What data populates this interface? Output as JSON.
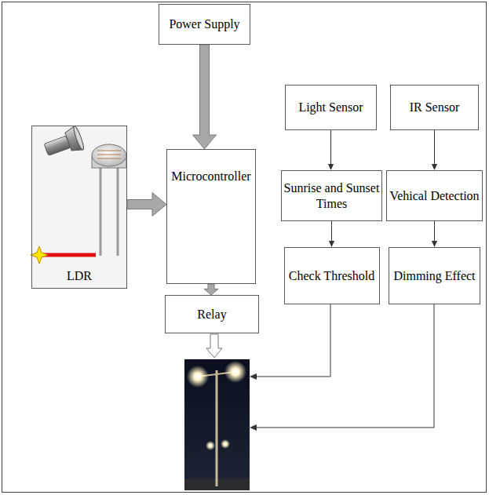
{
  "diagram": {
    "nodes": [
      {
        "text": [
          "Power Supply"
        ]
      },
      {
        "text": [
          "LDR"
        ]
      },
      {
        "text": [
          "Microcontroller"
        ]
      },
      {
        "text": [
          "Light Sensor"
        ]
      },
      {
        "text": [
          "IR Sensor"
        ]
      },
      {
        "text": [
          "Sunrise and Sunset Times"
        ]
      },
      {
        "text": [
          "Vehical Detection"
        ]
      },
      {
        "text": [
          "Check Threshold"
        ]
      },
      {
        "text": [
          "Dimming Effect"
        ]
      },
      {
        "text": [
          "Relay"
        ]
      }
    ],
    "edges": [
      {
        "from": 0,
        "to": 2,
        "arrow": "to"
      },
      {
        "from": 1,
        "to": 2,
        "arrow": "to"
      },
      {
        "from": 2,
        "to": 9,
        "arrow": "to"
      },
      {
        "from": 3,
        "to": 5,
        "arrow": "to"
      },
      {
        "from": 5,
        "to": 7,
        "arrow": "to"
      },
      {
        "from": 4,
        "to": 6,
        "arrow": "to"
      },
      {
        "from": 6,
        "to": 8,
        "arrow": "to"
      }
    ]
  }
}
